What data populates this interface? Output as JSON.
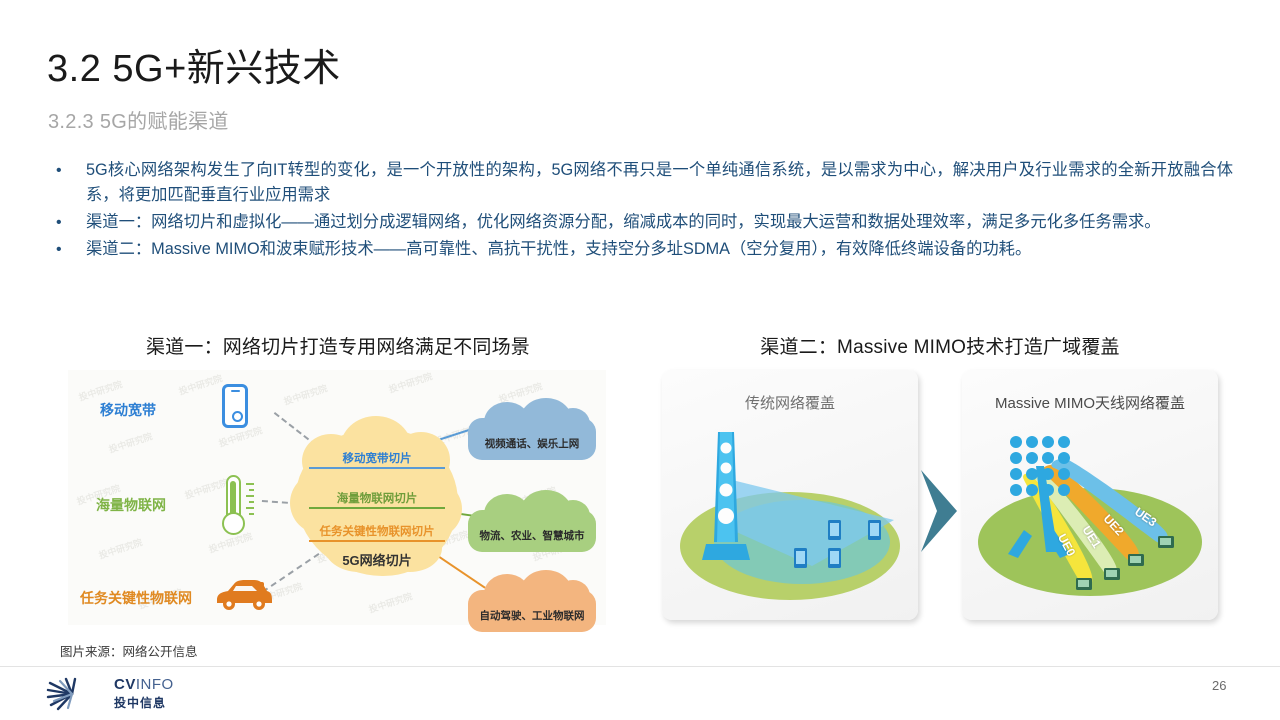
{
  "header": {
    "title": "3.2 5G+新兴技术",
    "subtitle": "3.2.3 5G的赋能渠道"
  },
  "bullets": [
    {
      "marker": "•",
      "text": "5G核心网络架构发生了向IT转型的变化，是一个开放性的架构，5G网络不再只是一个单纯通信系统，是以需求为中心，解决用户及行业需求的全新开放融合体系，将更加匹配垂直行业应用需求"
    },
    {
      "marker": "•",
      "text": "渠道一：网络切片和虚拟化——通过划分成逻辑网络，优化网络资源分配，缩减成本的同时，实现最大运营和数据处理效率，满足多元化多任务需求。"
    },
    {
      "marker": "•",
      "text": "渠道二：Massive MIMO和波束赋形技术——高可靠性、高抗干扰性，支持空分多址SDMA（空分复用），有效降低终端设备的功耗。"
    }
  ],
  "figures": {
    "left": {
      "caption": "渠道一：网络切片打造专用网络满足不同场景",
      "source_labels": [
        {
          "text": "移动宽带",
          "color": "#2d7fd3"
        },
        {
          "text": "海量物联网",
          "color": "#7fb447"
        },
        {
          "text": "任务关键性物联网",
          "color": "#e08a22"
        }
      ],
      "icons": [
        {
          "name": "smartphone-icon"
        },
        {
          "name": "thermometer-icon"
        },
        {
          "name": "car-icon"
        }
      ],
      "cloud": {
        "slices": [
          {
            "text": "移动宽带切片",
            "color": "#2d7fd3"
          },
          {
            "text": "海量物联网切片",
            "color": "#6f9d3a"
          },
          {
            "text": "任务关键性物联网切片",
            "color": "#e8932b"
          }
        ],
        "footer": "5G网络切片"
      },
      "targets": [
        {
          "text": "视频通话、娱乐上网",
          "color": "#92b9d9"
        },
        {
          "text": "物流、农业、智慧城市",
          "color": "#a8cf80"
        },
        {
          "text": "自动驾驶、工业物联网",
          "color": "#f3b57f"
        }
      ]
    },
    "right": {
      "caption": "渠道二：Massive MIMO技术打造广域覆盖",
      "panels": [
        {
          "title": "传统网络覆盖",
          "name": "traditional-coverage"
        },
        {
          "title": "Massive MIMO天线网络覆盖",
          "name": "massive-mimo-coverage"
        }
      ],
      "beams": [
        {
          "label": "UE0",
          "color": "#f5e53c"
        },
        {
          "label": "UE1",
          "color": "#dcedb4"
        },
        {
          "label": "UE2",
          "color": "#f0a92c"
        },
        {
          "label": "UE3",
          "color": "#6cc0e8"
        }
      ]
    }
  },
  "footer": {
    "source": "图片来源：网络公开信息",
    "logo_en_bold": "CV",
    "logo_en_thin": "INFO",
    "logo_cn": "投中信息",
    "page_number": "26"
  },
  "watermark": "投中研究院"
}
